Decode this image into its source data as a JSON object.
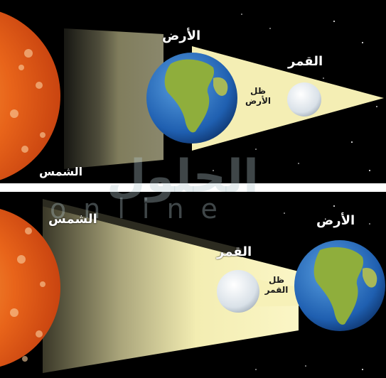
{
  "top_panel": {
    "earth_label": "الأرض",
    "moon_label": "القمر",
    "shadow_label_line1": "ظل",
    "shadow_label_line2": "الأرض",
    "sun_label": "الشمس"
  },
  "bottom_panel": {
    "sun_label": "الشمس",
    "earth_label": "الأرض",
    "moon_label": "القمر",
    "shadow_label_line1": "ظل",
    "shadow_label_line2": "القمر"
  },
  "watermark": {
    "arabic": "الحلول",
    "latin": "online"
  },
  "colors": {
    "space": "#000000",
    "sun": "#e8641a",
    "shadow_cone": "#f6f0b0",
    "ocean": "#1f5fb0",
    "land": "#8fae3c",
    "moon": "#e9eef2"
  }
}
